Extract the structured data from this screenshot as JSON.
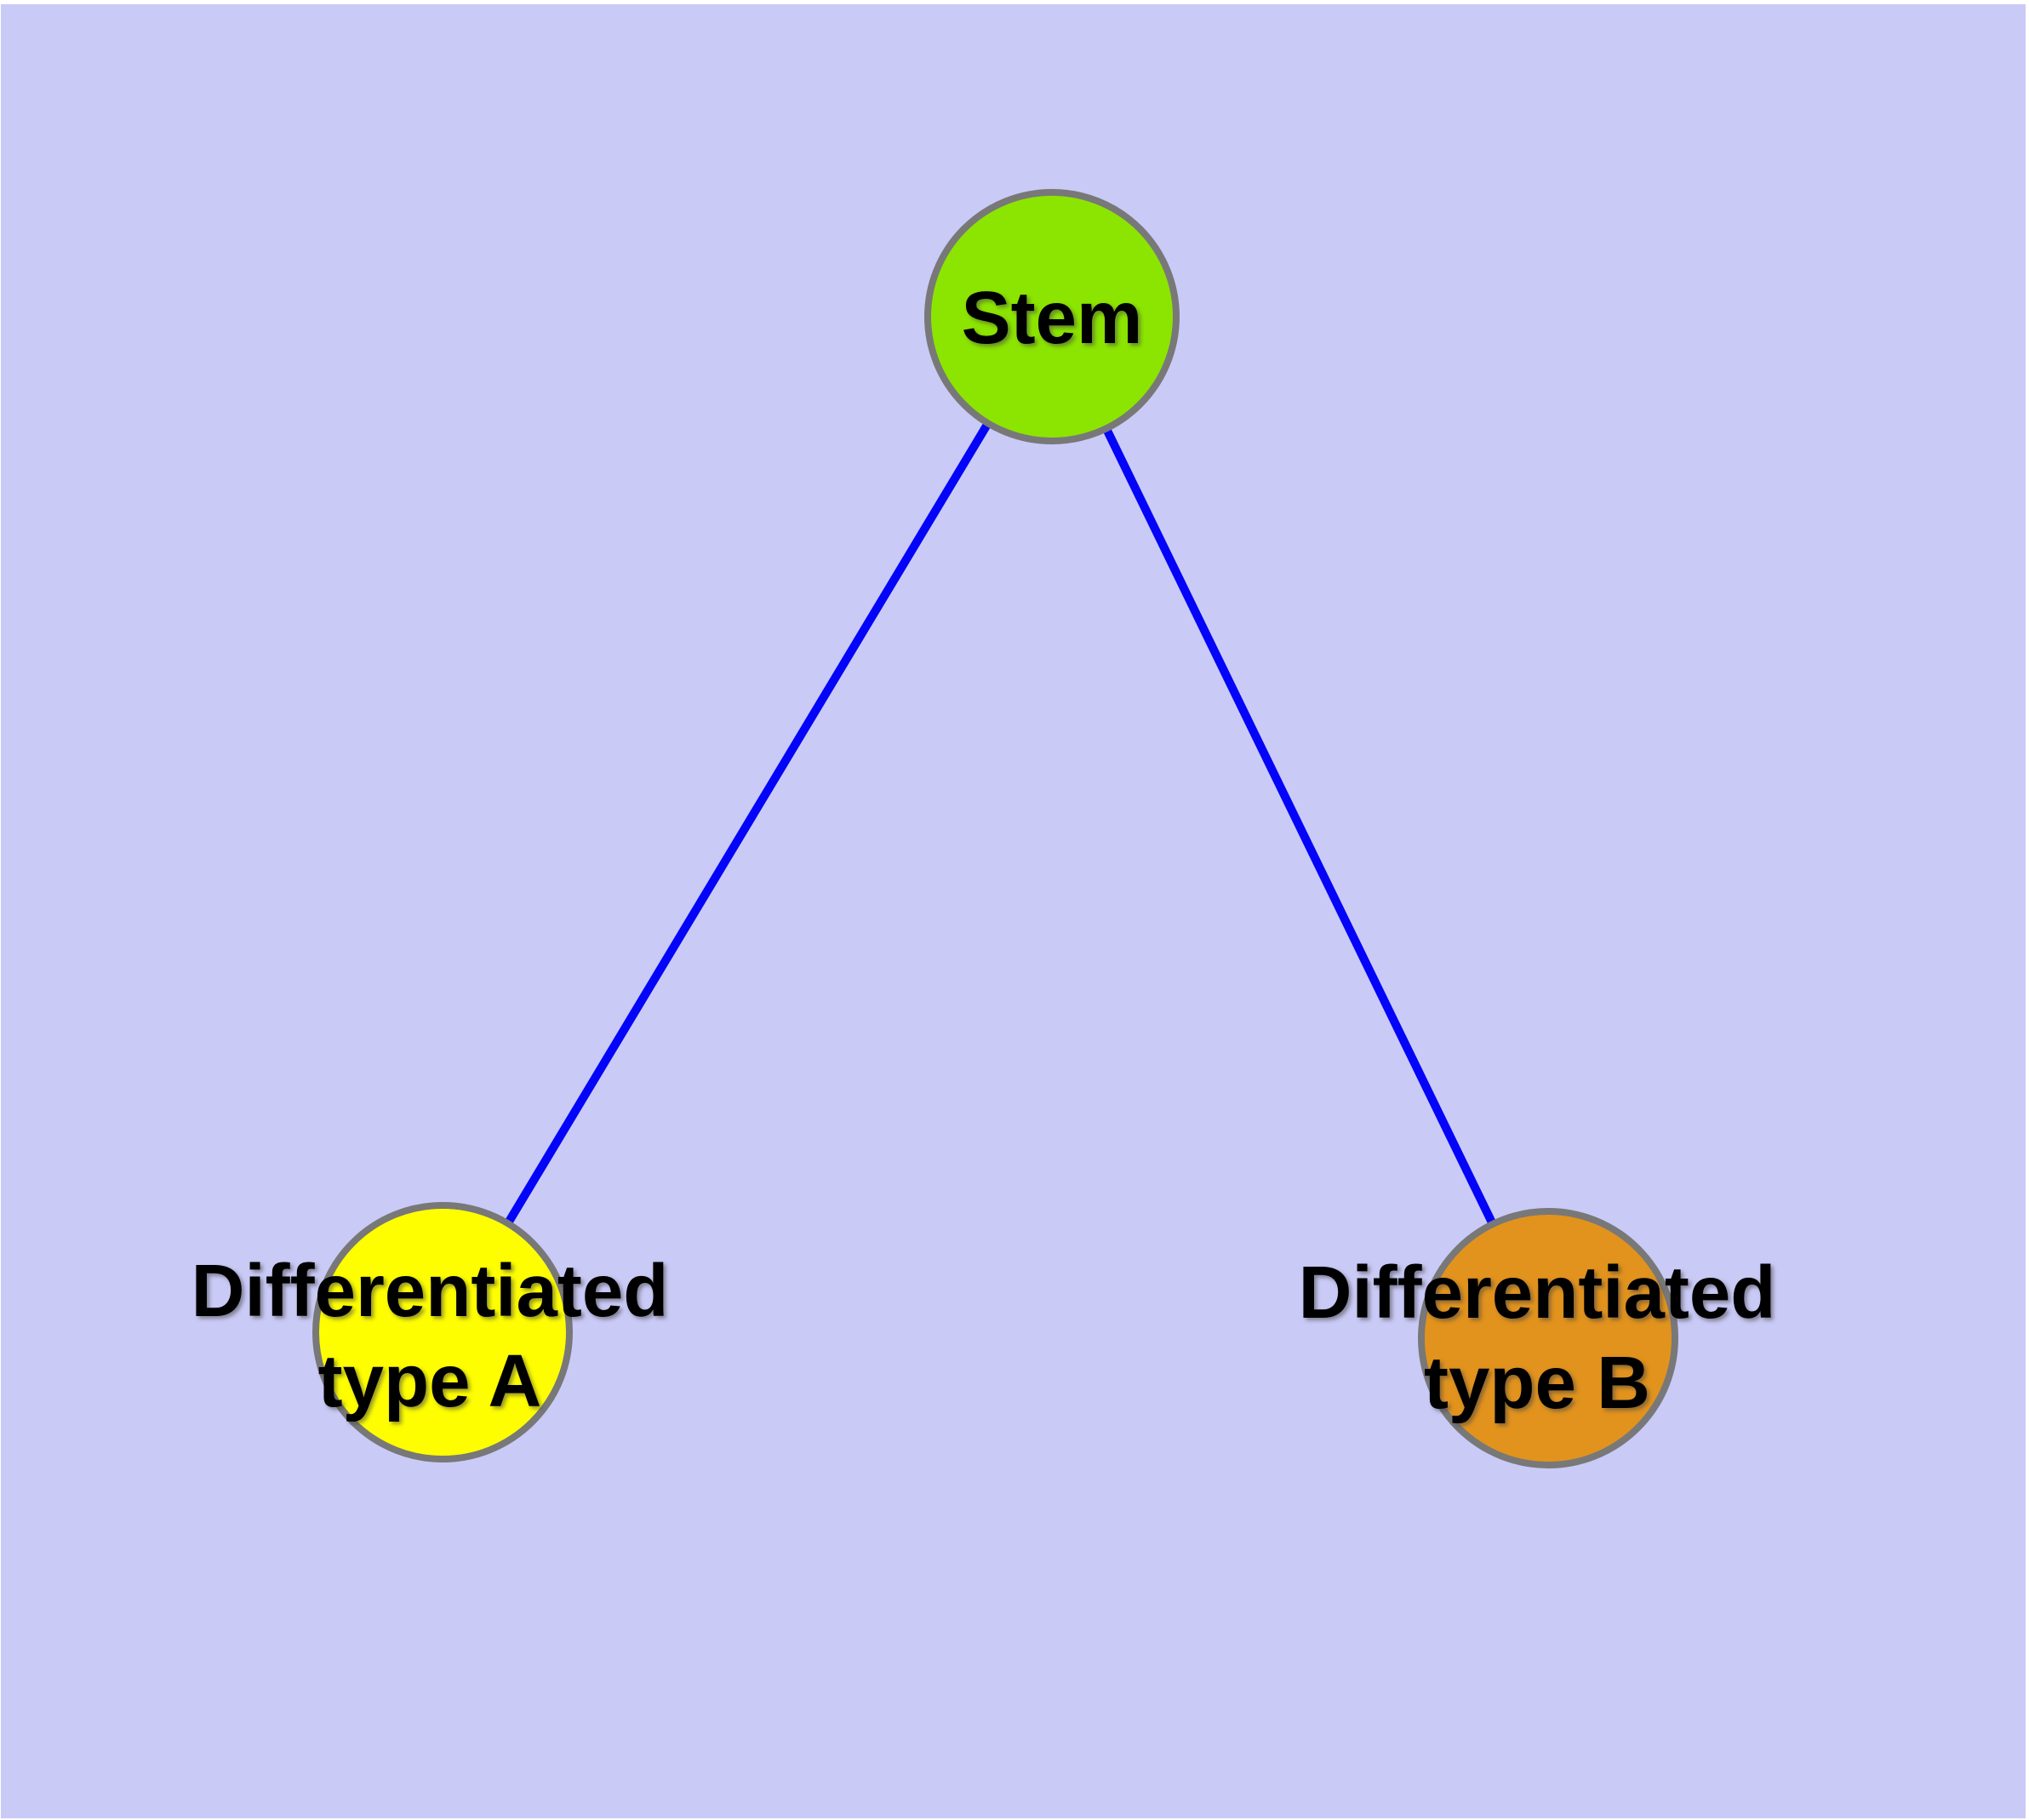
{
  "diagram": {
    "background_color": "#CACAF7",
    "frame_color": "#FFFFFF",
    "edge_color": "#0404F8",
    "edge_width": "10",
    "node_border_color": "#787878",
    "node_border_width": "8",
    "text_color": "#000000",
    "nodes": [
      {
        "id": "stem",
        "label": "Stem",
        "fill": "#8CE500"
      },
      {
        "id": "differentiated-type-a",
        "label": "Differentiated type A",
        "label_lines": [
          "Differentiated",
          "type A"
        ],
        "fill": "#FEFE00"
      },
      {
        "id": "differentiated-type-b",
        "label": "Differentiated type B",
        "label_lines": [
          "Differentiated",
          "type B"
        ],
        "fill": "#E2931D"
      }
    ],
    "edges": [
      {
        "from": "Stem",
        "to": "Differentiated type A"
      },
      {
        "from": "Stem",
        "to": "Differentiated type B"
      }
    ]
  }
}
